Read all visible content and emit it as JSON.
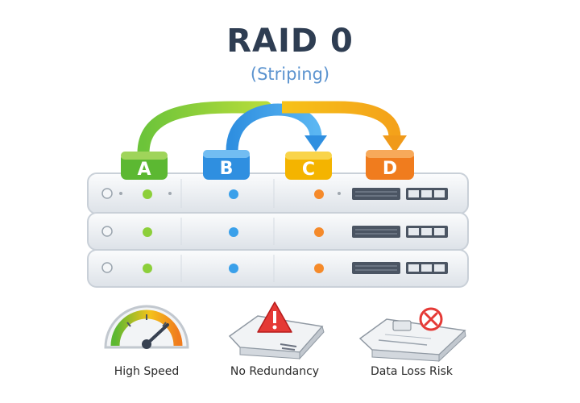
{
  "header": {
    "title": "RAID 0",
    "subtitle": "(Striping)"
  },
  "disks": [
    {
      "label": "A",
      "color": "#5cb832"
    },
    {
      "label": "B",
      "color": "#2f8fe0"
    },
    {
      "label": "C",
      "color": "#f4b400"
    },
    {
      "label": "D",
      "color": "#f07c1e"
    }
  ],
  "features": [
    {
      "label": "High Speed",
      "icon": "speedometer-icon"
    },
    {
      "label": "No Redundancy",
      "icon": "warning-drive-icon"
    },
    {
      "label": "Data Loss Risk",
      "icon": "broken-drive-icon"
    }
  ],
  "colors": {
    "title": "#2e3d52",
    "subtitle": "#5b93cf",
    "led_green": "#8ccf3a",
    "led_blue": "#3aa0ea",
    "led_orange": "#f58a2a",
    "warning": "#e53935"
  }
}
